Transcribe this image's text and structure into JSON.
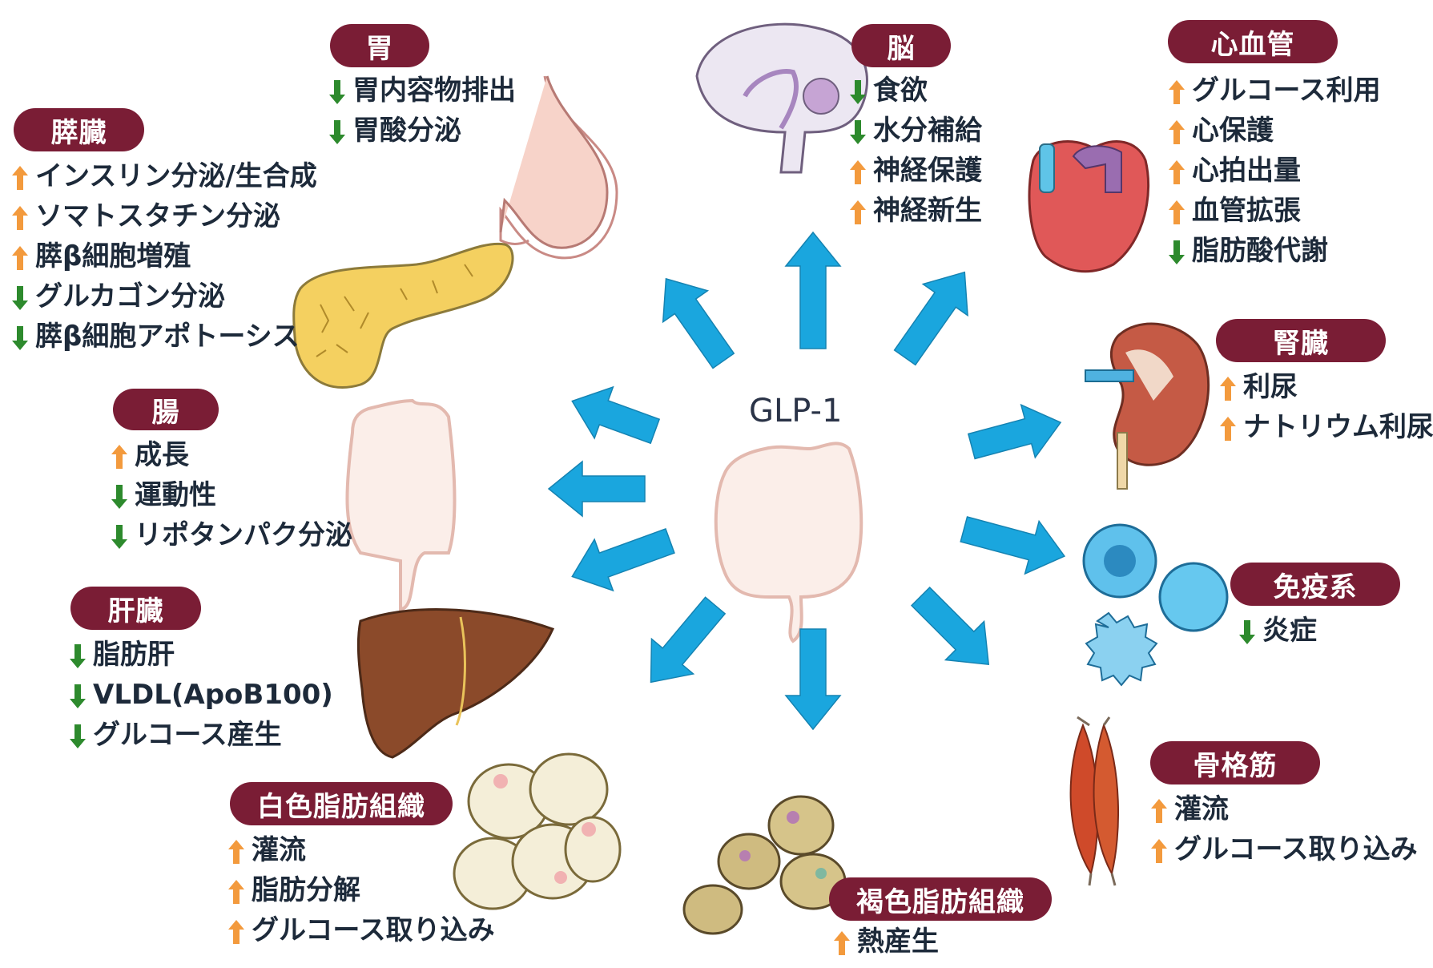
{
  "center": {
    "label": "GLP-1"
  },
  "colors": {
    "badge_bg": "#7a1d35",
    "arrow_blue": "#1aa6de",
    "increase": "#f39a3d",
    "decrease": "#2d8a2d"
  },
  "groups": [
    {
      "id": "stomach",
      "title": "胃",
      "items": [
        {
          "dir": "down",
          "text": "胃内容物排出"
        },
        {
          "dir": "down",
          "text": "胃酸分泌"
        }
      ]
    },
    {
      "id": "pancreas",
      "title": "膵臓",
      "items": [
        {
          "dir": "up",
          "text": "インスリン分泌/生合成"
        },
        {
          "dir": "up",
          "text": "ソマトスタチン分泌"
        },
        {
          "dir": "up",
          "text": "膵β細胞増殖"
        },
        {
          "dir": "down",
          "text": "グルカゴン分泌"
        },
        {
          "dir": "down",
          "text": "膵β細胞アポトーシス"
        }
      ]
    },
    {
      "id": "intestine",
      "title": "腸",
      "items": [
        {
          "dir": "up",
          "text": "成長"
        },
        {
          "dir": "down",
          "text": "運動性"
        },
        {
          "dir": "down",
          "text": "リポタンパク分泌"
        }
      ]
    },
    {
      "id": "liver",
      "title": "肝臓",
      "items": [
        {
          "dir": "down",
          "text": "脂肪肝"
        },
        {
          "dir": "down",
          "text": "VLDL(ApoB100)"
        },
        {
          "dir": "down",
          "text": "グルコース産生"
        }
      ]
    },
    {
      "id": "white-fat",
      "title": "白色脂肪組織",
      "items": [
        {
          "dir": "up",
          "text": "灌流"
        },
        {
          "dir": "up",
          "text": "脂肪分解"
        },
        {
          "dir": "up",
          "text": "グルコース取り込み"
        }
      ]
    },
    {
      "id": "brain",
      "title": "脳",
      "items": [
        {
          "dir": "down",
          "text": "食欲"
        },
        {
          "dir": "down",
          "text": "水分補給"
        },
        {
          "dir": "up",
          "text": "神経保護"
        },
        {
          "dir": "up",
          "text": "神経新生"
        }
      ]
    },
    {
      "id": "cardiovascular",
      "title": "心血管",
      "items": [
        {
          "dir": "up",
          "text": "グルコース利用"
        },
        {
          "dir": "up",
          "text": "心保護"
        },
        {
          "dir": "up",
          "text": "心拍出量"
        },
        {
          "dir": "up",
          "text": "血管拡張"
        },
        {
          "dir": "down",
          "text": "脂肪酸代謝"
        }
      ]
    },
    {
      "id": "kidney",
      "title": "腎臓",
      "items": [
        {
          "dir": "up",
          "text": "利尿"
        },
        {
          "dir": "up",
          "text": "ナトリウム利尿"
        }
      ]
    },
    {
      "id": "immune",
      "title": "免疫系",
      "items": [
        {
          "dir": "down",
          "text": "炎症"
        }
      ]
    },
    {
      "id": "skeletal-muscle",
      "title": "骨格筋",
      "items": [
        {
          "dir": "up",
          "text": "灌流"
        },
        {
          "dir": "up",
          "text": "グルコース取り込み"
        }
      ]
    },
    {
      "id": "brown-fat",
      "title": "褐色脂肪組織",
      "items": [
        {
          "dir": "up",
          "text": "熱産生"
        }
      ]
    }
  ]
}
